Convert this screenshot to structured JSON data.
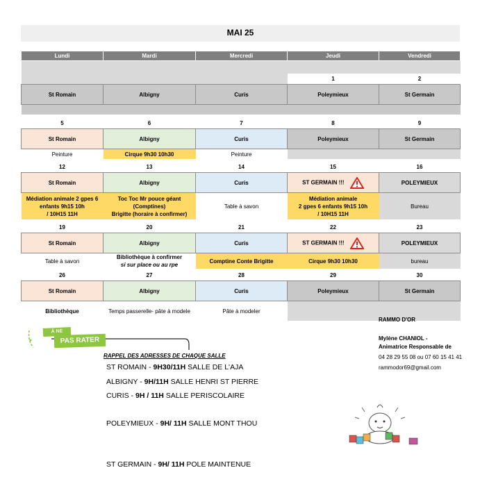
{
  "title": "MAI 25",
  "days": [
    "Lundi",
    "Mardi",
    "Mercredi",
    "Jeudi",
    "Vendredi"
  ],
  "weeks": [
    {
      "numbers": [
        "",
        "",
        "",
        "1",
        "2"
      ],
      "cities": [
        "St Romain",
        "Albigny",
        "Curis",
        "Poleymieux",
        "St Germain"
      ],
      "activities": [
        "",
        "",
        "",
        "",
        ""
      ]
    },
    {
      "numbers": [
        "5",
        "6",
        "7",
        "8",
        "9"
      ],
      "cities": [
        "St Romain",
        "Albigny",
        "Curis",
        "Poleymieux",
        "St Germain"
      ],
      "activities": [
        "Peinture",
        "Cirque 9h30 10h30",
        "Peinture",
        "",
        ""
      ]
    },
    {
      "numbers": [
        "12",
        "13",
        "14",
        "15",
        "16"
      ],
      "cities": [
        "St Romain",
        "Albigny",
        "Curis",
        "ST GERMAIN !!!",
        "POLEYMIEUX"
      ],
      "activities": [
        [
          "Médiation animale 2 gpes 6",
          "enfants 9h15 10h",
          "/ 10H15 11H"
        ],
        [
          "Toc Toc Mr pouce géant",
          "(Comptines)",
          "Brigitte (horaire à confirmer)"
        ],
        [
          "Table à savon"
        ],
        [
          "Médiation animale",
          "2 gpes 6 enfants 9h15 10h",
          "/ 10H15 11H"
        ],
        [
          "Bureau"
        ]
      ]
    },
    {
      "numbers": [
        "19",
        "20",
        "21",
        "22",
        "23"
      ],
      "cities": [
        "St Romain",
        "Albigny",
        "Curis",
        "ST GERMAIN !!!",
        "POLEYMIEUX"
      ],
      "activities": [
        [
          "Table à savon"
        ],
        [
          "Bibliothèque à confirmer",
          "si sur place ou au rpe"
        ],
        [
          "Comptine Conte Brigitte"
        ],
        [
          "Cirque 9h30 10h30"
        ],
        [
          "bureau"
        ]
      ]
    },
    {
      "numbers": [
        "26",
        "27",
        "28",
        "29",
        "30"
      ],
      "cities": [
        "St Romain",
        "Albigny",
        "Curis",
        "Poleymieux",
        "St Germain"
      ],
      "activities": [
        "Bibliothèque",
        "Temps passerelle- pâte à modele",
        "Pâte à modeler",
        "",
        ""
      ]
    }
  ],
  "banner": {
    "line1": "À NE",
    "line2": "PAS RATER"
  },
  "rappel": "RAPPEL DES ADRESSES DE CHAQUE SALLE",
  "addresses": [
    {
      "city": "ST ROMAIN  -",
      "hours": "9H30/11H",
      "place": "SALLE DE L'AJA"
    },
    {
      "city": "ALBIGNY -",
      "hours": "9H/11H",
      "place": "SALLE HENRI ST PIERRE"
    },
    {
      "city": "CURIS -",
      "hours": "9H / 11H",
      "place": "SALLE PERISCOLAIRE"
    },
    {
      "city": "POLEYMIEUX -",
      "hours": "9H/ 11H",
      "place": "SALLE MONT THOU"
    },
    {
      "city": "ST GERMAIN -",
      "hours": "9H/ 11H",
      "place": "POLE MAINTENUE"
    }
  ],
  "contact": {
    "org": "RAMMO D'OR",
    "name": "Mylène CHANIOL -",
    "role": "Animatrice Responsable de",
    "phones": "04 28 29 55 08 ou 07 60 15 41 41",
    "email": "rammodor69@gmail.com"
  },
  "colors": {
    "lundi": "#fbe5d6",
    "mardi": "#e2efda",
    "mercredi": "#ddebf7",
    "jeudi": "#c8c8c8",
    "highlight": "#ffd966",
    "banner": "#8dc63f"
  }
}
